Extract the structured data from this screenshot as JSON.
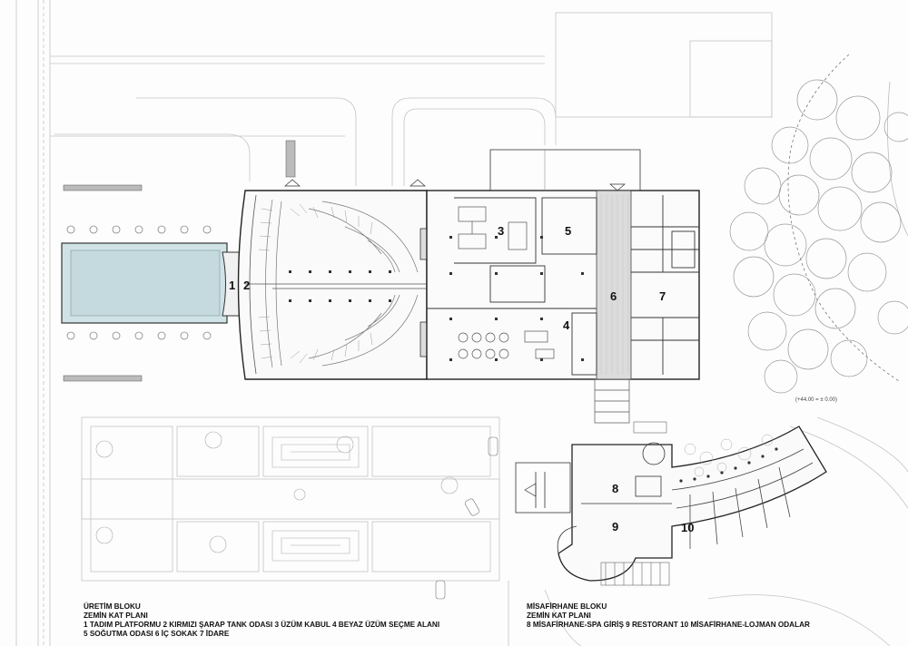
{
  "plan_labels": {
    "n1": "1",
    "n2": "2",
    "n3": "3",
    "n4": "4",
    "n5": "5",
    "n6": "6",
    "n7": "7",
    "n8": "8",
    "n9": "9",
    "n10": "10"
  },
  "elevation_note": "(+44.00 = ± 0.00)",
  "legend_left": {
    "title_1": "ÜRETİM BLOKU",
    "title_2": "ZEMİN KAT PLANI",
    "items_line_1": "1 TADIM PLATFORMU 2 KIRMIZI ŞARAP TANK ODASI 3 ÜZÜM KABUL 4 BEYAZ ÜZÜM SEÇME ALANI",
    "items_line_2": "5 SOĞUTMA ODASI 6 İÇ SOKAK 7 İDARE"
  },
  "legend_right": {
    "title_1": "MİSAFİRHANE BLOKU",
    "title_2": "ZEMİN KAT PLANI",
    "items_line_1": "8 MİSAFİRHANE-SPA GİRİŞ 9 RESTORANT 10 MİSAFİRHANE-LOJMAN ODALAR"
  },
  "colors": {
    "pool": "#cfe3e6",
    "line": "#333333",
    "light_line": "#bdbdbd",
    "background": "#fdfdfd"
  }
}
